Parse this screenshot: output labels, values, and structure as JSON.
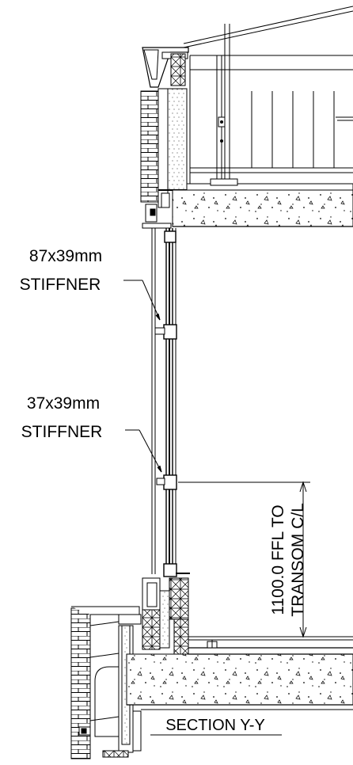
{
  "labels": {
    "stiffener_upper_size": "87x39mm",
    "stiffener_upper_name": "STIFFNER",
    "stiffener_lower_size": "37x39mm",
    "stiffener_lower_name": "STIFFNER",
    "dimension_line1": "1100.0 FFL TO",
    "dimension_line2": "TRANSOM C/L",
    "section_title": "SECTION Y-Y"
  },
  "colors": {
    "line": "#000000",
    "background": "#ffffff"
  }
}
